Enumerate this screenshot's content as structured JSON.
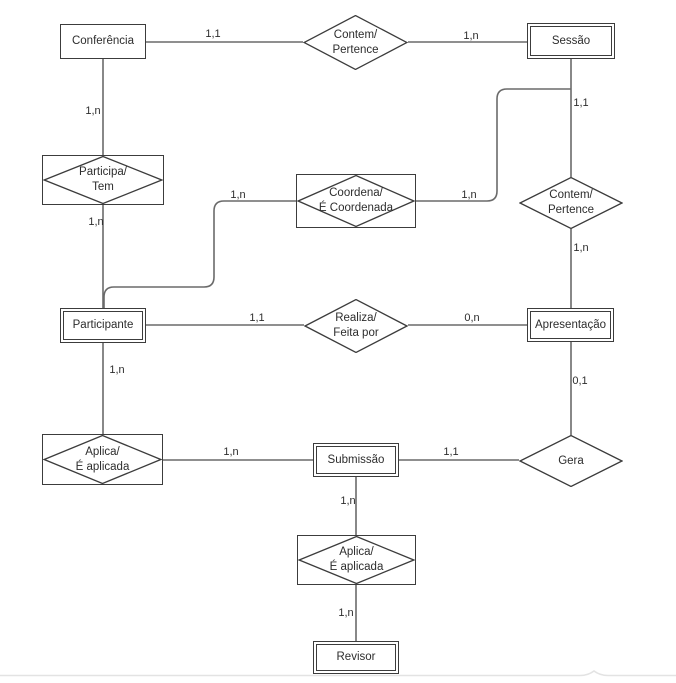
{
  "diagram": {
    "kind": "entity-relationship-diagram",
    "language": "pt",
    "colors": {
      "background": "#ffffff",
      "shape_border": "#3c3c3c",
      "connector": "#6a6a6a",
      "text": "#2d2d2d",
      "canvas_edge": "#e3e3e3"
    },
    "entities": {
      "conferencia": {
        "label": "Conferência"
      },
      "sessao": {
        "label": "Sessão"
      },
      "participante": {
        "label": "Participante"
      },
      "apresentacao": {
        "label": "Apresentação"
      },
      "submissao": {
        "label": "Submissão"
      },
      "revisor": {
        "label": "Revisor"
      }
    },
    "relationships": {
      "contem_pertence_top": {
        "line1": "Contem/",
        "line2": "Pertence"
      },
      "participa_tem": {
        "line1": "Participa/",
        "line2": "Tem"
      },
      "coordena": {
        "line1": "Coordena/",
        "line2": "É Coordenada"
      },
      "contem_pertence_right": {
        "line1": "Contem/",
        "line2": "Pertence"
      },
      "realiza": {
        "line1": "Realiza/",
        "line2": "Feita por"
      },
      "gera": {
        "label": "Gera"
      },
      "aplica_left": {
        "line1": "Aplica/",
        "line2": "É aplicada"
      },
      "aplica_bottom": {
        "line1": "Aplica/",
        "line2": "É aplicada"
      }
    },
    "cardinalities": {
      "conf_contem": "1,1",
      "contem_sessao": "1,n",
      "conf_participa": "1,n",
      "sessao_contem": "1,1",
      "coordena_left": "1,n",
      "coordena_right": "1,n",
      "participa_participante": "1,n",
      "contem_apresentacao": "1,n",
      "realiza_left": "1,1",
      "realiza_right": "0,n",
      "participante_aplica": "1,n",
      "apresentacao_gera": "0,1",
      "aplica_submissao": "1,n",
      "gera_submissao": "1,1",
      "submissao_aplica": "1,n",
      "aplica_revisor": "1,n"
    }
  }
}
